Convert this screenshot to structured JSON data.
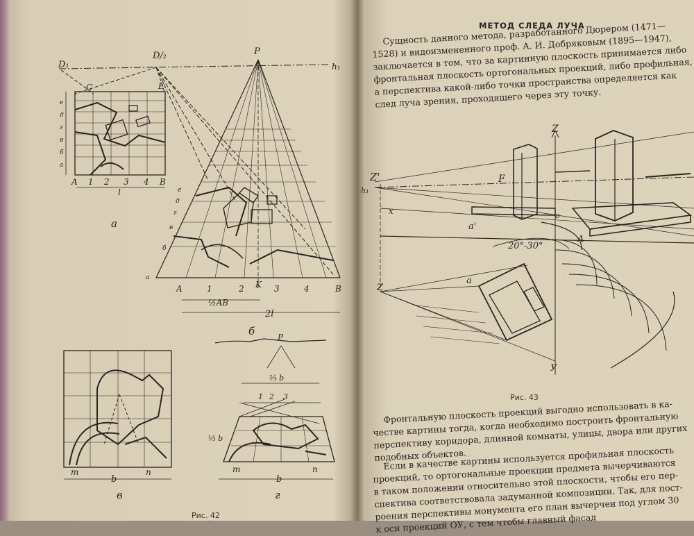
{
  "right_page": {
    "heading": "МЕТОД СЛЕДА ЛУЧА",
    "paragraph_1": [
      "    Сущность данного метода, разработанного Дюрером (1471—",
      "1528) и видоизмененного проф. А. И. Добряковым (1895—1947),",
      "заключается в том, что за картинную плоскость принимается либо",
      "фронтальная плоскость ортогональных проекций, либо профильная,",
      "а перспектива какой-либо точки пространства определяется как",
      "след луча зрения, проходящего через эту точку."
    ],
    "paragraph_2": [
      "    Фронтальную плоскость проекций выгодно использовать в ка-",
      "честве картины тогда, когда необходимо построить фронтальную",
      "перспективу коридора, длинной комнаты, улицы, двора или других",
      "подобных объектов."
    ],
    "paragraph_3": [
      "    Если в качестве картины используется профильная плоскость",
      "проекций, то ортогональные проекции предмета вычерчиваются",
      "в таком положении относительно этой плоскости, чтобы его пер-",
      "спектива соответствовала задуманной композиции. Так, для пост-",
      "роения перспективы монумента его план вычерчен под углом 30",
      "к оси проекций ОУ, с тем чтобы главный фасад"
    ],
    "figure_caption": "Рис. 43",
    "figure_labels": {
      "z_top": "Z",
      "z_prime": "Z'",
      "h1": "h₁",
      "x": "x",
      "f": "F",
      "a_prime": "a'",
      "o": "o",
      "angle": "20°-30°",
      "a_upper": "A",
      "a_lower": "a",
      "z_bottom": "Z",
      "y": "У"
    }
  },
  "left_page": {
    "figure_caption": "Рис. 42",
    "fig_a": {
      "labels": {
        "d1": "D₁",
        "d12": "D/₂",
        "c": "C",
        "e": "E",
        "a": "A",
        "b": "B",
        "n1": "1",
        "n2": "2",
        "n3": "3",
        "n4": "4",
        "l": "l",
        "sub": "а"
      },
      "side_letters": [
        "е",
        "д",
        "г",
        "в",
        "б",
        "а"
      ]
    },
    "fig_b": {
      "labels": {
        "p": "P",
        "h1": "h₁",
        "a": "A",
        "b": "B",
        "k": "K",
        "n1": "1",
        "n2": "2",
        "n3": "3",
        "n4": "4",
        "half_ab": "½AB",
        "two_l": "2l",
        "sub": "б"
      },
      "side_letters": [
        "е",
        "д",
        "г",
        "в",
        "б",
        "а"
      ]
    },
    "fig_v": {
      "labels": {
        "m": "m",
        "n": "n",
        "b": "b",
        "sub": "в"
      }
    },
    "fig_g": {
      "labels": {
        "p": "P",
        "two_thirds_b": "²⁄₃ b",
        "one_third_b": "⅓ b",
        "n1": "1",
        "n2": "2",
        "n3": "3",
        "m": "m",
        "n": "n",
        "b": "b",
        "sub": "г"
      }
    }
  },
  "colors": {
    "paper": "#ddd2ba",
    "ink": "#2a2520",
    "spine": "#7e725f",
    "cover": "#a98090"
  }
}
